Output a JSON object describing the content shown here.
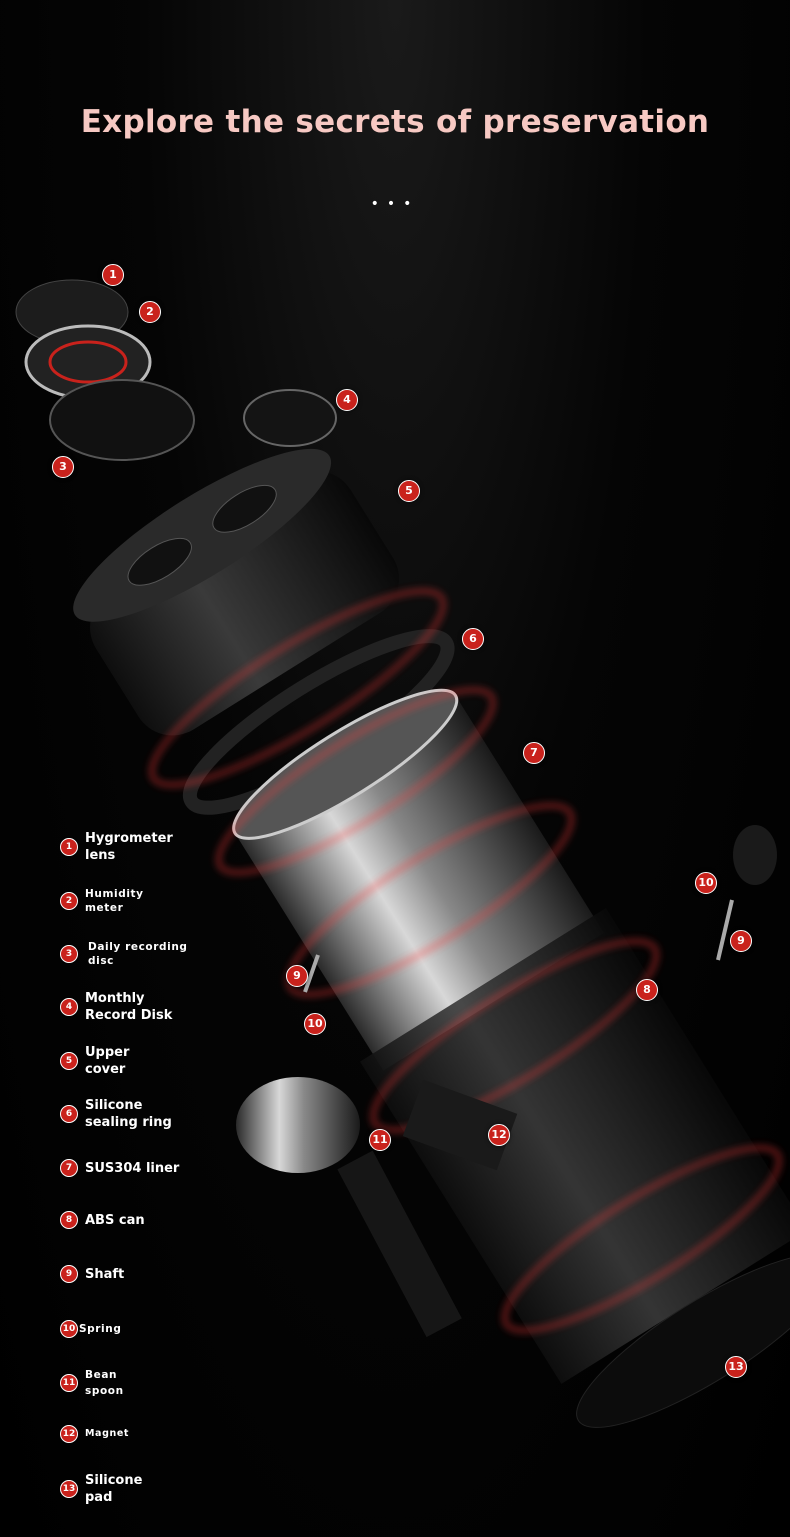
{
  "header": {
    "title": "Explore the secrets of preservation",
    "dots": "•••"
  },
  "callouts": [
    "1",
    "2",
    "3",
    "4",
    "5",
    "6",
    "7",
    "8",
    "9",
    "9",
    "10",
    "10",
    "11",
    "12",
    "13"
  ],
  "legend": [
    {
      "num": "1",
      "label": "Hygrometer lens"
    },
    {
      "num": "2",
      "label": "Humidity meter"
    },
    {
      "num": "3",
      "label": "Daily recording disc"
    },
    {
      "num": "4",
      "label": "Monthly Record Disk"
    },
    {
      "num": "5",
      "label": "Upper cover"
    },
    {
      "num": "6",
      "label": "Silicone sealing ring"
    },
    {
      "num": "7",
      "label": "SUS304 liner"
    },
    {
      "num": "8",
      "label": "ABS can"
    },
    {
      "num": "9",
      "label": "Shaft"
    },
    {
      "num": "10",
      "label": "Spring"
    },
    {
      "num": "11",
      "label": "Bean spoon"
    },
    {
      "num": "12",
      "label": "Magnet"
    },
    {
      "num": "13",
      "label": "Silicone pad"
    }
  ],
  "colors": {
    "title": "#f7c9c3",
    "badge": "#c9221c",
    "glow": "#ff3b3b"
  }
}
